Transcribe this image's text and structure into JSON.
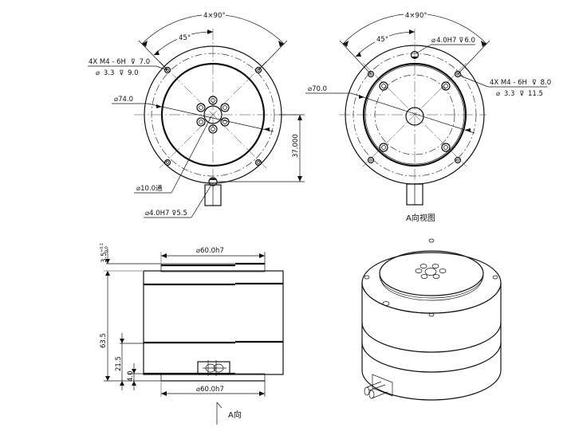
{
  "drawing": {
    "views": {
      "front_view_1": {
        "angle_total": "4×90°",
        "angle_half": "45°",
        "thread_note_line1": "4X  M4 - 6H",
        "thread_depth1": "7.0",
        "thread_note_line2": "3.3",
        "thread_depth2": "9.0",
        "diameter_74": "74.0",
        "through_hole": "10.0通",
        "pin_hole": "4.0H7",
        "pin_depth": "5.5",
        "height_dim": "37.000"
      },
      "front_view_2": {
        "angle_total": "4×90°",
        "angle_half": "45°",
        "pin_hole": "4.0H7",
        "pin_depth": "6.0",
        "diameter_70": "70.0",
        "thread_note_line1": "4X  M4 - 6H",
        "thread_depth1": "8.0",
        "thread_note_line2": "3.3",
        "thread_depth2": "11.5",
        "caption": "A向视图"
      },
      "side_view": {
        "top_diameter": "60.0h7",
        "bottom_diameter": "60.0h7",
        "dim_step": "3.5",
        "tol_upper": "+0.1",
        "tol_lower": "0.0",
        "dim_total": "63.5",
        "dim_lower": "21.5",
        "dim_base": "4.0",
        "view_arrow_label": "A向"
      },
      "iso_view": {
        "label": ""
      }
    },
    "symbols": {
      "diameter": "⌀",
      "depth": "⊽"
    },
    "colors": {
      "line": "#111111",
      "background": "#ffffff"
    }
  }
}
